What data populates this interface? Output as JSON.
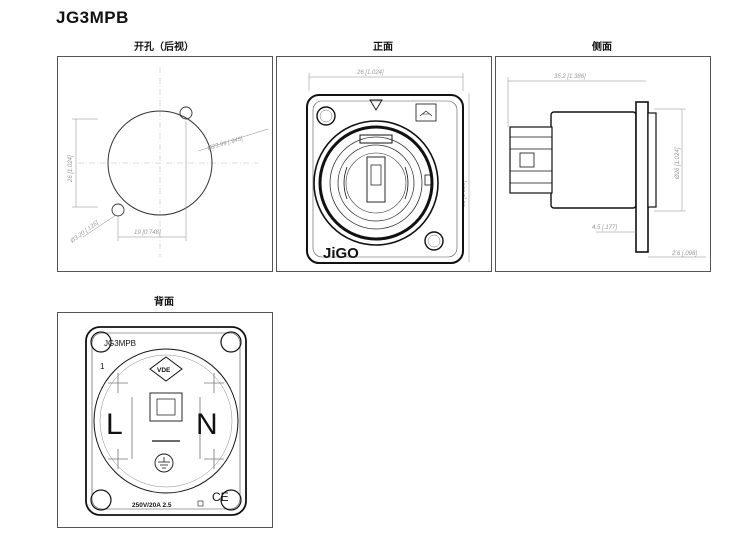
{
  "title": "JG3MPB",
  "views": {
    "cutout": {
      "caption": "开孔（后视）",
      "dims": {
        "height": "26 [1.024]",
        "diameter": "Ø23.99 [.945]",
        "hole": "Ø3.20 [.126]",
        "width": "19 [0.748]"
      }
    },
    "front": {
      "caption": "正面",
      "brand": "JiGO",
      "dims": {
        "width": "26 [1.024]",
        "height": "31 [1.220]"
      }
    },
    "side": {
      "caption": "侧面",
      "dims": {
        "length": "35.2 [1.386]",
        "diameter": "Ø26 [1.024]",
        "step1": "4.5 [.177]",
        "step2": "2.6 [.098]"
      }
    },
    "back": {
      "caption": "背面",
      "model": "JG3MPB",
      "pin1": "1",
      "vde": "VDE",
      "left_label": "L",
      "right_label": "N",
      "rating": "250V/20A  2.5",
      "ce": "CE"
    }
  }
}
